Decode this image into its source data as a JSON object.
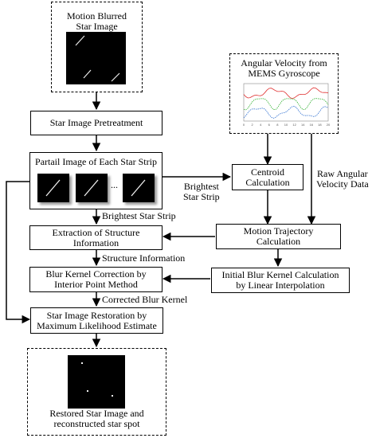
{
  "nodes": {
    "motion_blurred": {
      "line1": "Motion Blurred",
      "line2": "Star Image"
    },
    "pretreatment": {
      "label": "Star Image Pretreatment"
    },
    "partial_image": {
      "label": "Partail Image of Each Star Strip",
      "ellipsis": "..."
    },
    "angular_velocity": {
      "line1": "Angular Velocity from",
      "line2": "MEMS Gyroscope"
    },
    "centroid": {
      "line1": "Centroid",
      "line2": "Calculation"
    },
    "motion_trajectory": {
      "line1": "Motion Trajectory",
      "line2": "Calculation"
    },
    "extraction": {
      "line1": "Extraction of Structure",
      "line2": "Information"
    },
    "blur_kernel_correction": {
      "line1": "Blur Kernel Correction by",
      "line2": "Interior Point Method"
    },
    "initial_blur_kernel": {
      "line1": "Initial Blur Kernel Calculation",
      "line2": "by Linear Interpolation"
    },
    "restoration": {
      "line1": "Star Image Restoration by",
      "line2": "Maximum Likelihood Estimate"
    },
    "restored": {
      "line1": "Restored Star Image and",
      "line2": "reconstructed star spot"
    }
  },
  "edge_labels": {
    "brightest_right": {
      "line1": "Brightest",
      "line2": "Star Strip"
    },
    "raw_angular": {
      "line1": "Raw Angular",
      "line2": "Velocity Data"
    },
    "brightest_down": "Brightest Star Strip",
    "structure_info": "Structure Information",
    "corrected_kernel": "Corrected Blur Kernel"
  },
  "gyro_plot": {
    "x_ticks": [
      "0",
      "2",
      "4",
      "6",
      "8",
      "10",
      "12",
      "14",
      "16",
      "18",
      "20"
    ],
    "series_colors": [
      "#e03030",
      "#30b030",
      "#3070d0"
    ]
  }
}
